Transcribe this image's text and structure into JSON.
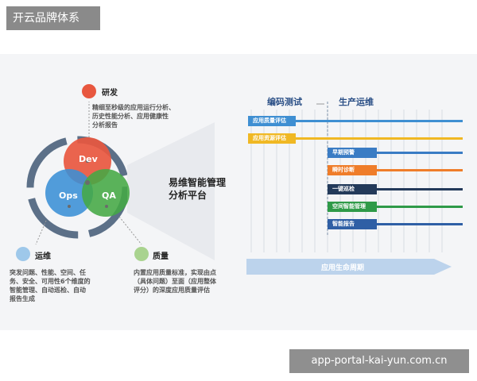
{
  "brand": {
    "label": "开云品牌体系"
  },
  "watermark": {
    "text": "app-portal-kai-yun.com.cn"
  },
  "left": {
    "circles": {
      "dev": "Dev",
      "ops": "Ops",
      "qa": "QA"
    },
    "center_title_line1": "易维智能管理",
    "center_title_line2": "分析平台",
    "yanfa": {
      "title": "研发",
      "desc": [
        "精细至秒级的应用运行分析、",
        "历史性能分析、应用健康性",
        "分析报告"
      ]
    },
    "yunwei": {
      "title": "运维",
      "desc": [
        "突发问题、性能、空间、任",
        "务、安全、可用性6个维度的",
        "智能管理、自动巡检、自动",
        "报告生成"
      ]
    },
    "zhiliang": {
      "title": "质量",
      "desc": [
        "内置应用质量标准，实现由点",
        "（具体问题）至面（应用整体",
        "评分）的深度应用质量评估"
      ]
    }
  },
  "right": {
    "phase1": "编码测试",
    "phase2": "生产运维",
    "lanes": [
      {
        "label": "应用质量评估",
        "color": "#3f8fd2"
      },
      {
        "label": "应用资源评估",
        "color": "#f0b823"
      },
      {
        "label": "早期预警",
        "color": "#3a7cc4"
      },
      {
        "label": "瞬时诊断",
        "color": "#ef7d2a"
      },
      {
        "label": "一键巡检",
        "color": "#233a5a"
      },
      {
        "label": "空间智能管理",
        "color": "#2f9a48"
      },
      {
        "label": "智能报告",
        "color": "#2f5fa5"
      }
    ],
    "lifecycle": "应用生命周期"
  },
  "colors": {
    "dev": "#e8573f",
    "ops": "#3a8fd6",
    "qa": "#44a844",
    "ring": "#5c7088"
  }
}
